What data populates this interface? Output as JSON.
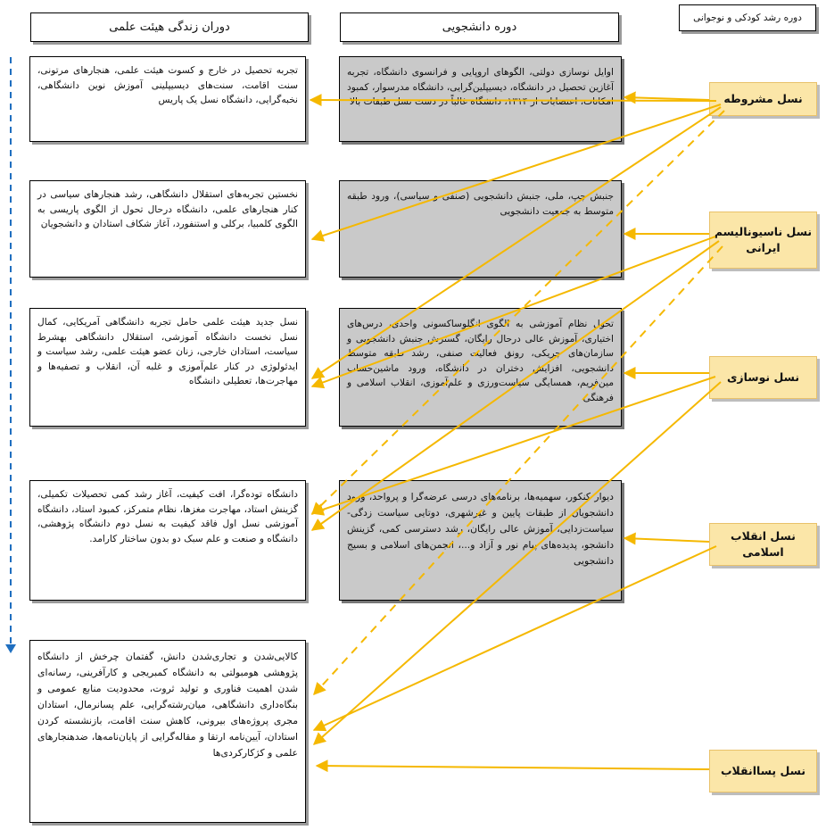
{
  "headers": {
    "faculty": "دوران زندگی هیئت علمی",
    "student": "دوره دانشجویی",
    "childhood": "دوره رشد کودکی و نوجوانی"
  },
  "generations": [
    {
      "label": "نسل مشروطه"
    },
    {
      "label": "نسل ناسیونالیسم ایرانی"
    },
    {
      "label": "نسل نوسازی"
    },
    {
      "label": "نسل انقلاب اسلامی"
    },
    {
      "label": "نسل پساانقلاب"
    }
  ],
  "student_boxes": [
    "اوایل نوسازی دولتی، الگوهای اروپایی و فرانسوی دانشگاه، تجربه آغازین تحصیل در دانشگاه، دیسیپلین‌گرایی، دانشگاه مدرسوار، کمبود امکانات، اعتصابات از ۱۳۱۴، دانشگاه غالباً در دست نسل طبقات بالا",
    "جنبش چپ، ملی، جنبش دانشجویی (صنفی و سیاسی)، ورود طبقه متوسط به جمعیت دانشجویی",
    "تحول نظام آموزشی به الگوی انگلوساکسونی واحدی، درس‌های اختیاری، آموزش عالی درحال رایگان، گسترش جنبش دانشجویی و سازمان‌های چریکی، رونق فعالیت صنفی، رشد طبقه متوسط دانشجویی، افزایش دختران در دانشگاه، ورود ماشین‌حساب مین‌فریم، همسایگی سیاست‌ورزی و علم‌آموزی، انقلاب اسلامی و فرهنگی",
    "دیوار کنکور، سهمیه‌ها، برنامه‌های درسی عرضه‌گرا و پرواحد، ورود دانشجویان از طبقات پایین و غیرشهری، دوتایی سیاست زدگی-سیاست‌زدایی، آموزش عالی رایگان، رشد دسترسی کمی، گزینش دانشجو، پدیده‌های پیام نور و آزاد و...، انجمن‌های اسلامی و بسیج دانشجویی"
  ],
  "faculty_boxes": [
    "تجربه تحصیل در خارج و کسوت هیئت علمی، هنجارهای مرتونی، سنت اقامت، سنت‌های دیسیپلینی آموزش نوین دانشگاهی، نخبه‌گرایی، دانشگاه نسل یک پاریس",
    "نخستین تجربه‌های استقلال دانشگاهی، رشد هنجارهای سیاسی در کنار هنجارهای علمی، دانشگاه درحال تحول از الگوی پاریسی به الگوی کلمبیا، برکلی و استنفورد، آغاز شکاف استادان و دانشجویان",
    "نسل جدید هیئت علمی حامل تجربه دانشگاهی آمریکایی، کمال نسل نخست دانشگاه آموزشی، استقلال دانشگاهی بهشرط سیاست، استادان خارجی، زنان عضو هیئت علمی، رشد سیاست و ایدئولوژی در کنار علم‌آموزی و غلبه آن، انقلاب و تصفیه‌ها و مهاجرت‌ها، تعطیلی دانشگاه",
    "دانشگاه توده‌گرا، افت کیفیت، آغاز رشد کمی تحصیلات تکمیلی، گزینش استاد، مهاجرت مغزها، نظام متمرکز، کمبود استاد، دانشگاه آموزشی نسل اول فاقد کیفیت به نسل دوم دانشگاه پژوهشی، دانشگاه و صنعت و علم سبک دو بدون ساختار کارامد.",
    "کالایی‌شدن و تجاری‌شدن دانش، گفتمان چرخش از دانشگاه پژوهشی هومبولتی به دانشگاه کمبریجی و کارآفرینی، رسانه‌ای شدن اهمیت فناوری و تولید ثروت، محدودیت منابع عمومی و بنگاه‌داری دانشگاهی، میان‌رشته‌گرایی، علم پسانرمال، استادان مجری پروژه‌های بیرونی، کاهش سنت اقامت، بازنشسته کردن استادان، آیین‌نامه ارتقا و مقاله‌گرایی از پایان‌نامه‌ها، ضدهنجارهای علمی و کژکارکردی‌ها"
  ],
  "colors": {
    "arrow": "#f5b800",
    "timeline": "#1f6fc0",
    "gen_fill": "#fbe6a8",
    "mid_fill": "#c9c9c9"
  }
}
